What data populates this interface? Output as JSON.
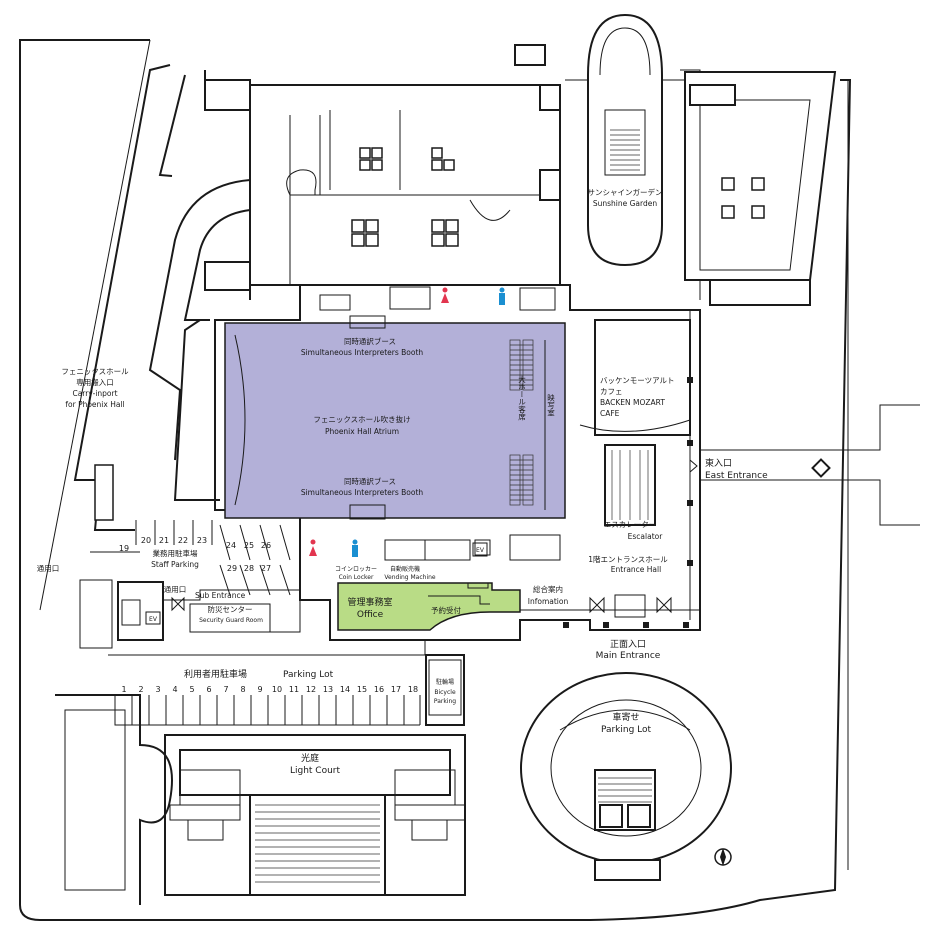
{
  "labels": {
    "interpreters_top_jp": "同時通訳ブース",
    "interpreters_top_en": "Simultaneous Interpreters Booth",
    "atrium_jp": "フェニックスホール吹き抜け",
    "atrium_en": "Phoenix Hall Atrium",
    "interpreters_bottom_jp": "同時通訳ブース",
    "interpreters_bottom_en": "Simultaneous Interpreters Booth",
    "hall_seats_jp": "大ホール客席",
    "projection_jp": "映写室",
    "carry_jp1": "フェニックスホール",
    "carry_jp2": "専用搬入口",
    "carry_en1": "Carry-inport",
    "carry_en2": "for Phoenix Hall",
    "sunshine_jp": "サンシャインガーデン",
    "sunshine_en": "Sunshine Garden",
    "cafe_jp1": "バッケンモーツアルト",
    "cafe_jp2": "カフェ",
    "cafe_en1": "BACKEN MOZART",
    "cafe_en2": "CAFE",
    "east_jp": "東入口",
    "east_en": "East Entrance",
    "escalator_jp": "エスカレーター",
    "escalator_en": "Escalator",
    "entrance_hall_jp": "1階エントランスホール",
    "entrance_hall_en": "Entrance Hall",
    "info_jp": "総合案内",
    "info_en": "Infomation",
    "main_jp": "正面入口",
    "main_en": "Main Entrance",
    "office_jp": "管理事務室",
    "office_en": "Office",
    "reservation_jp": "予約受付",
    "coin_locker": "コインロッカー",
    "coin_locker_en": "Coin Locker",
    "vending_jp": "自動販売機",
    "vending_en": "Vending Machine",
    "staff_parking_jp": "業務用駐車場",
    "staff_parking_en": "Staff Parking",
    "service_gate_jp": "通用口",
    "service_jp": "通用口",
    "sub_entrance_en": "Sub Entrance",
    "security_jp": "防災センター",
    "security_en": "Security Guard Room",
    "parking_lot_jp": "利用者用駐車場",
    "parking_lot_en": "Parking Lot",
    "bicycle_jp": "駐輪場",
    "bicycle_en1": "Bicycle",
    "bicycle_en2": "Parking",
    "light_court_jp": "光庭",
    "light_court_en": "Light Court",
    "car_stop_jp": "車寄せ",
    "car_stop_en": "Parking Lot",
    "ev1": "EV",
    "ev2": "EV"
  },
  "staff_spaces_top": [
    "20",
    "21",
    "22",
    "23"
  ],
  "staff_space_19": "19",
  "staff_spaces_mid": [
    "24",
    "25",
    "26"
  ],
  "staff_spaces_low": [
    "29",
    "28",
    "27"
  ],
  "parking_spaces": [
    "1",
    "2",
    "3",
    "4",
    "5",
    "6",
    "7",
    "8",
    "9",
    "10",
    "11",
    "12",
    "13",
    "14",
    "15",
    "16",
    "17",
    "18"
  ],
  "colors": {
    "atrium": "#b3b0d8",
    "office": "#b9dc86",
    "female_restroom": "#e2354f",
    "male_restroom": "#1a8fd1"
  },
  "icons": [
    "female-restroom-icon",
    "male-restroom-icon",
    "compass-icon",
    "door-icon"
  ]
}
